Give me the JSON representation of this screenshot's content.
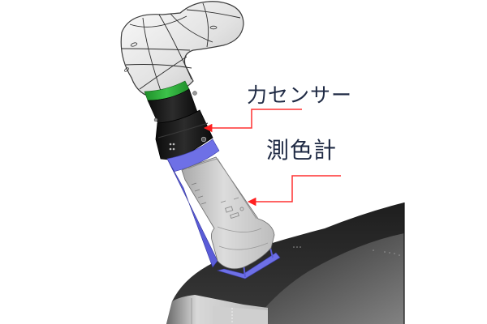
{
  "diagram": {
    "subject": "robot-arm-with-colorimeter-on-car-body",
    "labels": [
      {
        "id": "force-sensor",
        "text": "力センサー"
      },
      {
        "id": "colorimeter",
        "text": "測色計"
      }
    ],
    "colors": {
      "label_text": "#1f2a44",
      "callout_line": "#ff3030",
      "robot_arm_body": "#e6e6e6",
      "robot_arm_outline": "#2a2a2a",
      "joint_ring": "#2fa83a",
      "sensor_block": "#141414",
      "bracket": "#6d6fe0",
      "colorimeter_body": "#c9c9c9",
      "car_body_dark": "#2b2b2b",
      "car_body_mid": "#4a4a4a",
      "car_side_light": "#d0d0d0"
    }
  }
}
